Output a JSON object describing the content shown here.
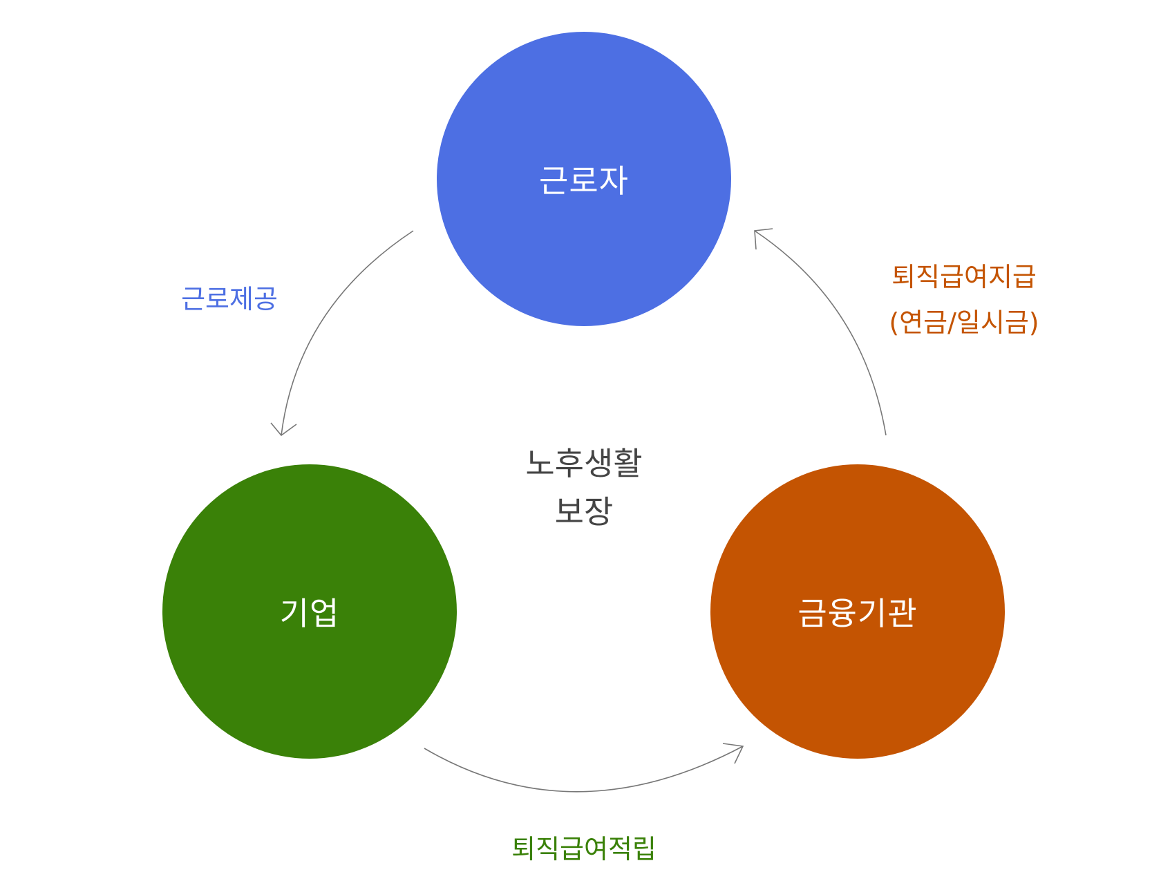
{
  "nodes": {
    "worker": {
      "label": "근로자",
      "color": "#4D6FE3"
    },
    "company": {
      "label": "기업",
      "color": "#3A8108"
    },
    "financial": {
      "label": "금융기관",
      "color": "#C45402"
    }
  },
  "center": {
    "line1": "노후생활",
    "line2": "보장"
  },
  "flows": {
    "labor": {
      "label": "근로제공",
      "color": "#4D6FE3"
    },
    "payment": {
      "line1": "퇴직급여지급",
      "line2": "(연금/일시금)",
      "color": "#C45402"
    },
    "accumulation": {
      "label": "퇴직급여적립",
      "color": "#3A8108"
    }
  },
  "arrow_color": "#777777"
}
